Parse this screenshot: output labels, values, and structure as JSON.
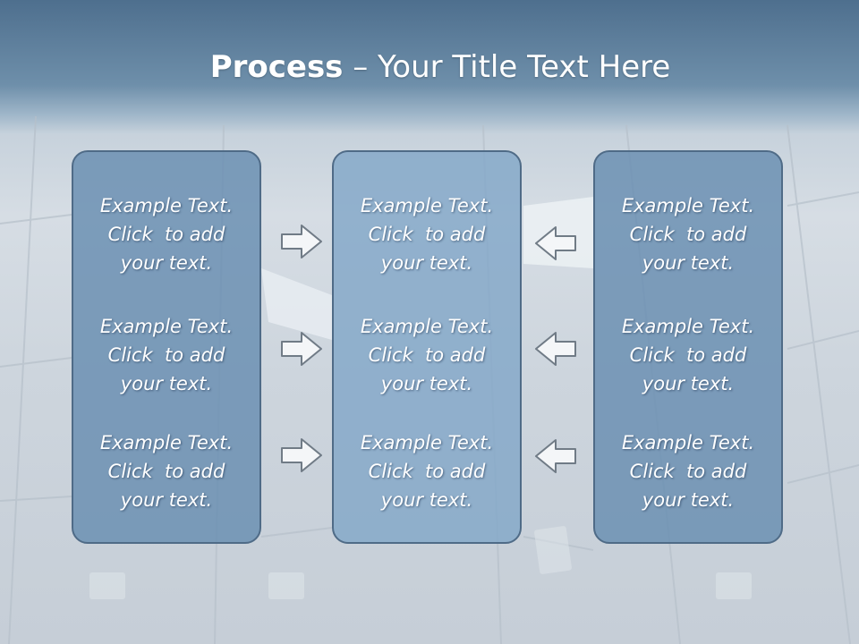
{
  "slide": {
    "title_bold": "Process",
    "title_rest": " – Your Title Text Here"
  },
  "columns": [
    {
      "items": [
        {
          "lines": [
            "Example Text.",
            "Click  to add",
            "your text."
          ]
        },
        {
          "lines": [
            "Example Text.",
            "Click  to add",
            "your text."
          ]
        },
        {
          "lines": [
            "Example Text.",
            "Click  to add",
            "your text."
          ]
        }
      ]
    },
    {
      "items": [
        {
          "lines": [
            "Example Text.",
            "Click  to add",
            "your text."
          ]
        },
        {
          "lines": [
            "Example Text.",
            "Click  to add",
            "your text."
          ]
        },
        {
          "lines": [
            "Example Text.",
            "Click  to add",
            "your text."
          ]
        }
      ]
    },
    {
      "items": [
        {
          "lines": [
            "Example Text.",
            "Click  to add",
            "your text."
          ]
        },
        {
          "lines": [
            "Example Text.",
            "Click  to add",
            "your text."
          ]
        },
        {
          "lines": [
            "Example Text.",
            "Click  to add",
            "your text."
          ]
        }
      ]
    }
  ],
  "arrows": {
    "left_to_center": "arrow-right-icon",
    "right_to_center": "arrow-left-icon",
    "fill": "#f4f6f8",
    "stroke": "#707b86"
  }
}
